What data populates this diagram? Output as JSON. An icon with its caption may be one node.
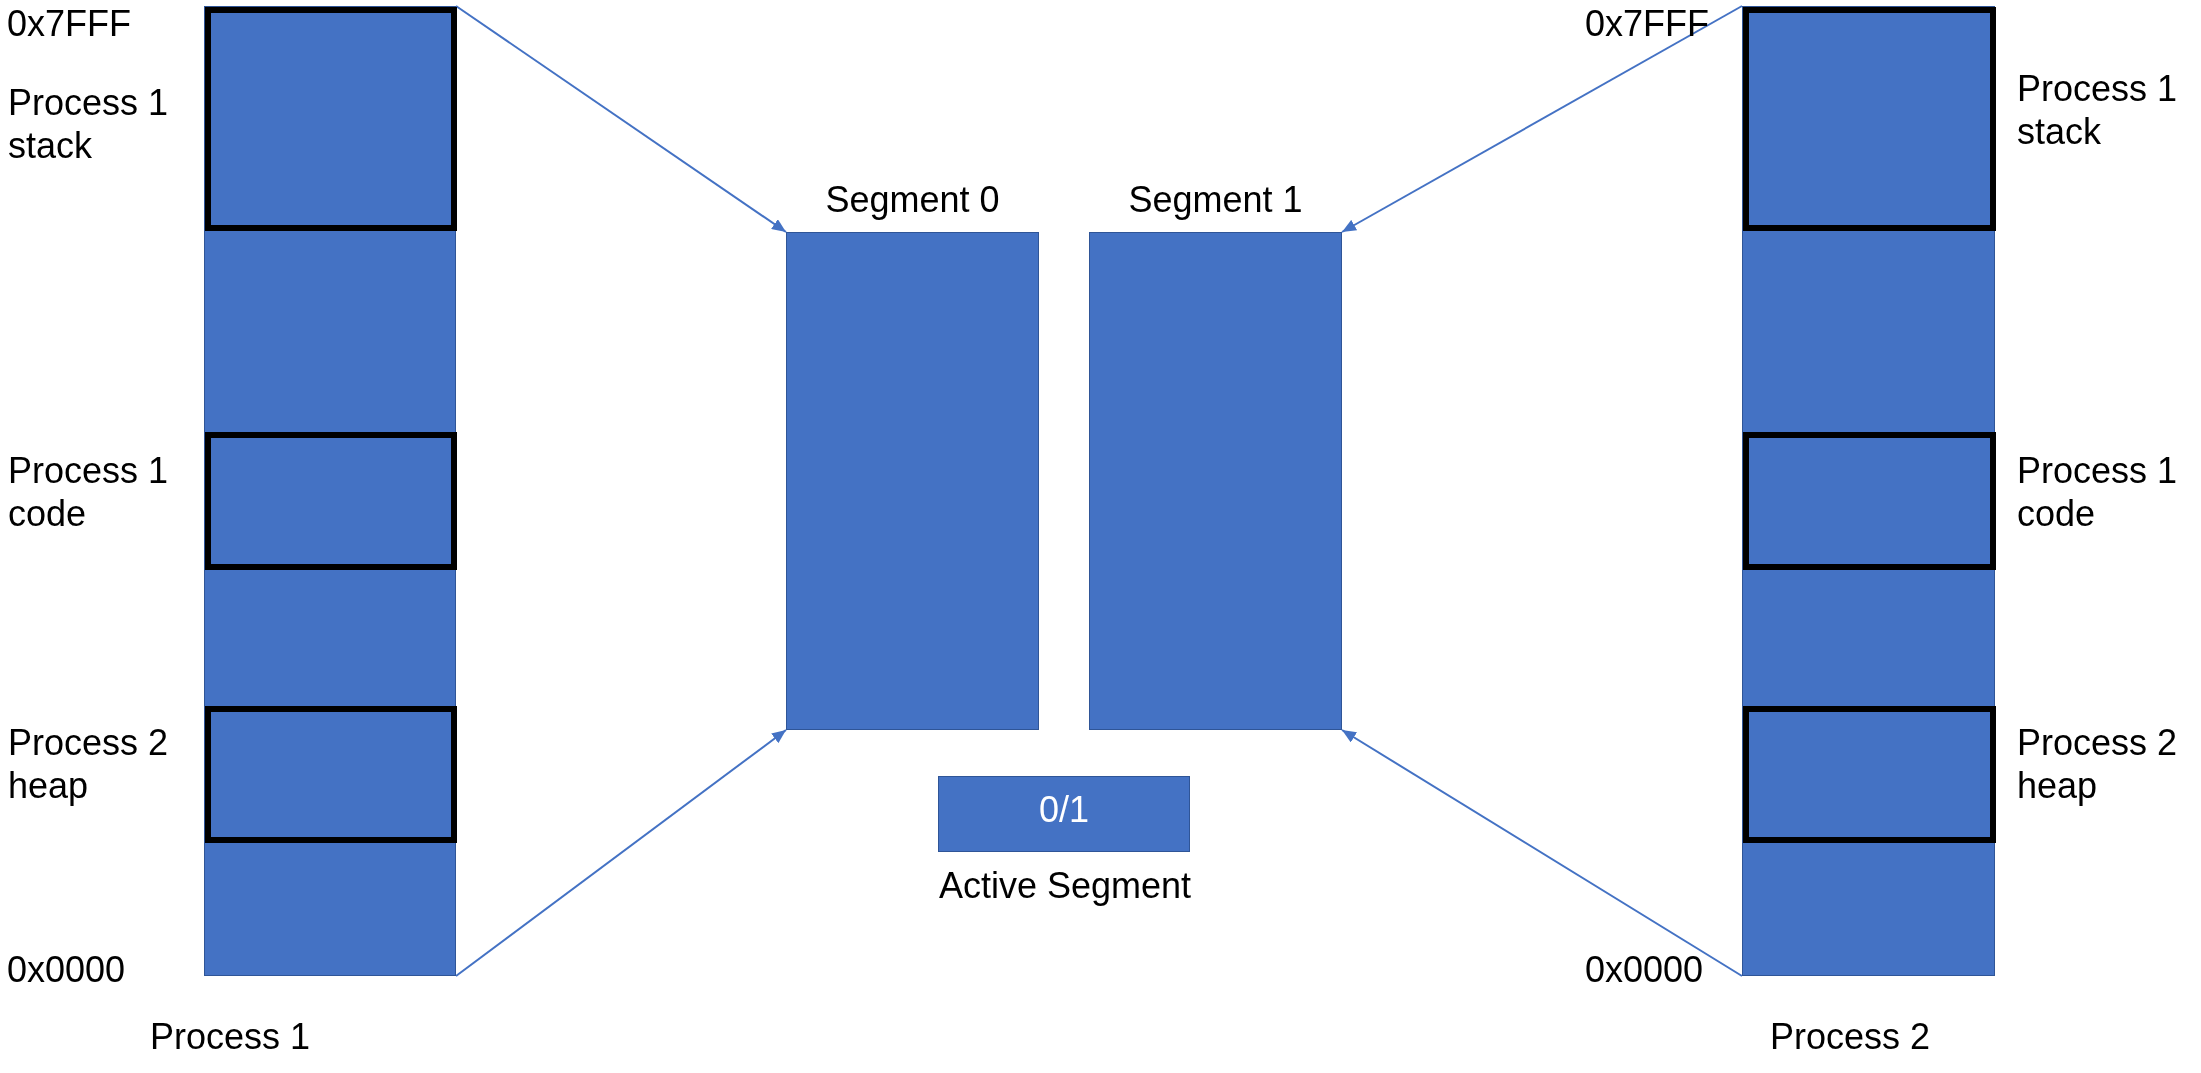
{
  "diagram": {
    "nodes": [
      {
        "text": [
          "Process 1"
        ],
        "beside": [
          "0x7FFF",
          "0x0000"
        ]
      },
      {
        "text": [
          "Process 1 stack"
        ],
        "in": 0
      },
      {
        "text": [
          "Process 1 code"
        ],
        "in": 0
      },
      {
        "text": [
          "Process 2 heap"
        ],
        "in": 0
      },
      {
        "text": [
          "Segment 0"
        ]
      },
      {
        "text": [
          "Segment 1"
        ]
      },
      {
        "text": [
          "0/1"
        ],
        "beside": [
          "Active Segment"
        ]
      },
      {
        "text": [
          "Process 2"
        ],
        "beside": [
          "0x7FFF",
          "0x0000"
        ]
      },
      {
        "text": [
          "Process 1 stack"
        ],
        "in": 7
      },
      {
        "text": [
          "Process 1 code"
        ],
        "in": 7
      },
      {
        "text": [
          "Process 2 heap"
        ],
        "in": 7
      }
    ],
    "edges": [
      {
        "from": 0,
        "to": 4,
        "arrow": "to"
      },
      {
        "from": 0,
        "to": 4,
        "arrow": "to"
      },
      {
        "from": 7,
        "to": 5,
        "arrow": "to"
      },
      {
        "from": 7,
        "to": 5,
        "arrow": "to"
      }
    ]
  }
}
